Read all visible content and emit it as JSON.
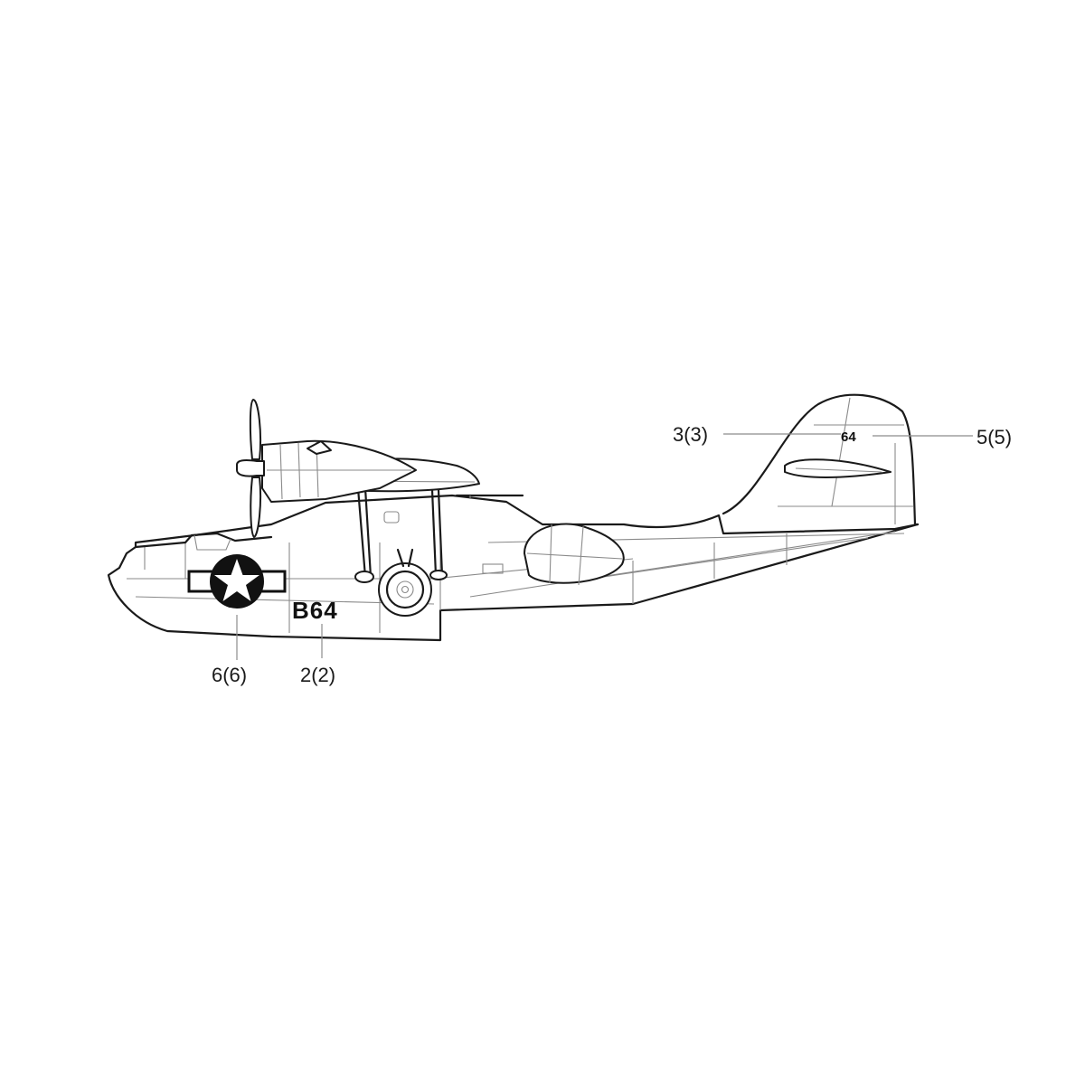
{
  "markings": {
    "hull_code": "B64",
    "tail_code": "64"
  },
  "callouts": [
    {
      "id": "callout-3",
      "label": "3(3)"
    },
    {
      "id": "callout-5",
      "label": "5(5)"
    },
    {
      "id": "callout-6",
      "label": "6(6)"
    },
    {
      "id": "callout-2",
      "label": "2(2)"
    }
  ],
  "colors": {
    "line": "#1a1a1a",
    "leader": "#8c8c8c",
    "insignia": "#111111"
  }
}
